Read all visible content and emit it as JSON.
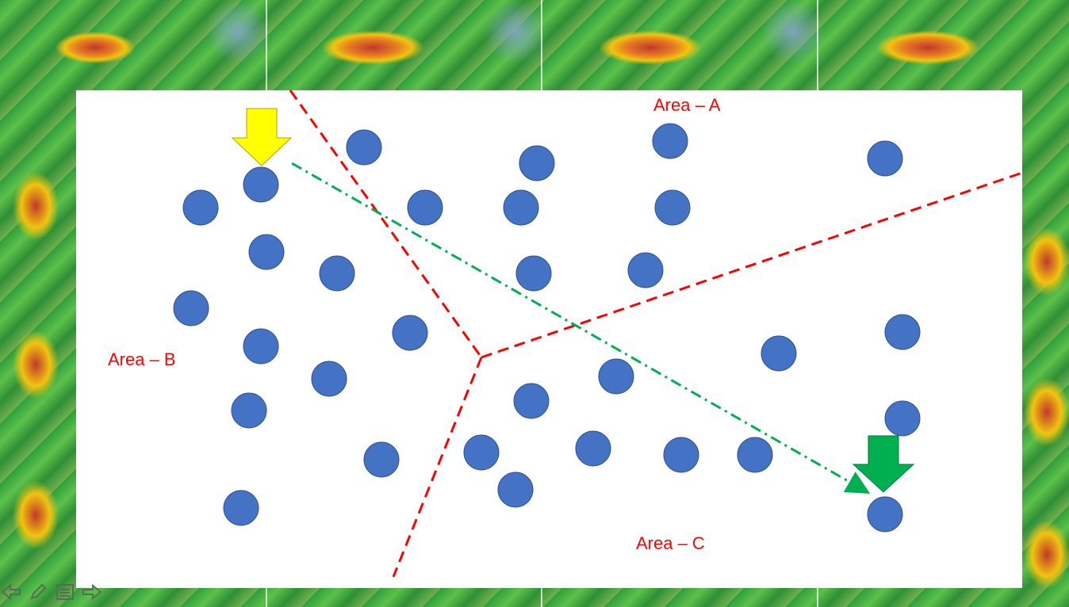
{
  "areas": {
    "a": "Area – A",
    "b": "Area – B",
    "c": "Area – C"
  },
  "colors": {
    "dot": "#4472c4",
    "boundary": "#ff0000",
    "route": "#00b050",
    "start_arrow": "#ffff00",
    "end_arrow": "#00b050"
  },
  "slideshow_controls": [
    "previous-icon",
    "pen-icon",
    "menu-icon",
    "next-icon"
  ]
}
